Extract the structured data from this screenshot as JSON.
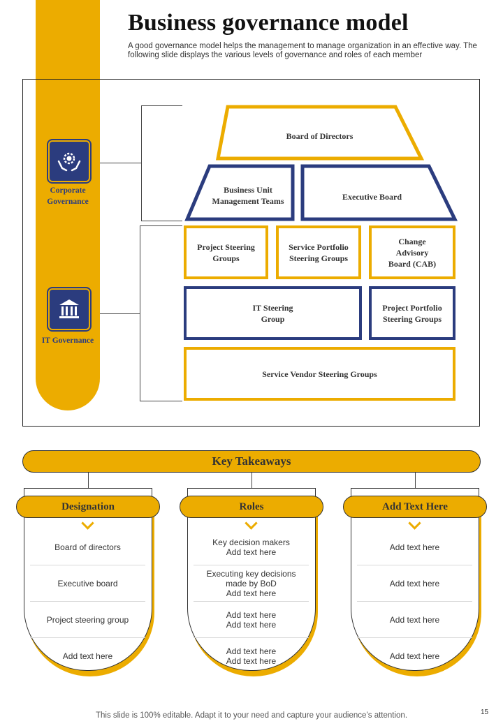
{
  "header": {
    "title": "Business governance model",
    "subtitle": "A good governance model helps the management to manage organization in an effective way. The following slide displays the various levels of governance and roles of each member"
  },
  "sidebar": {
    "corporate": {
      "label": "Corporate Governance",
      "icon": "hands-gear-icon"
    },
    "it": {
      "label": "IT Governance",
      "icon": "bank-building-icon"
    }
  },
  "diagram": {
    "board_of_directors": "Board of Directors",
    "bu_management": "Business Unit Management Teams",
    "executive_board": "Executive Board",
    "project_steering": "Project Steering Groups",
    "service_portfolio": "Service Portfolio Steering Groups",
    "change_advisory": "Change Advisory Board (CAB)",
    "it_steering": "IT Steering Group",
    "project_portfolio": "Project Portfolio Steering Groups",
    "service_vendor": "Service Vendor Steering Groups"
  },
  "takeaways": {
    "title": "Key Takeaways",
    "columns": [
      {
        "heading": "Designation",
        "rows": [
          "Board of directors",
          "Executive board",
          "Project steering group",
          "Add text here"
        ]
      },
      {
        "heading": "Roles",
        "rows": [
          "Key decision makers\nAdd text here",
          "Executing key decisions made by BoD\nAdd text here",
          "Add text here\nAdd text here",
          "Add text here\nAdd text here"
        ]
      },
      {
        "heading": "Add Text Here",
        "rows": [
          "Add text here",
          "Add text here",
          "Add text here",
          "Add text here"
        ]
      }
    ]
  },
  "footer": {
    "note": "This slide is 100% editable. Adapt it to your need and capture your audience’s attention.",
    "page": "15"
  },
  "colors": {
    "gold": "#ecac00",
    "navy": "#2b3c7e"
  }
}
